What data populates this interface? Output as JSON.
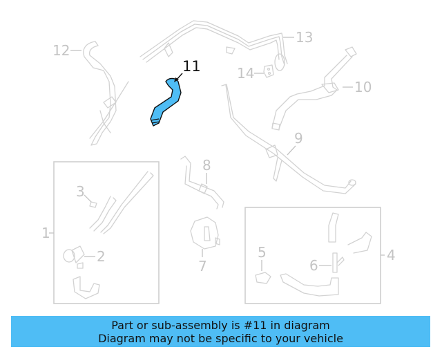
{
  "diagram": {
    "highlighted_part": "11",
    "highlight_color": "#4fbdf5",
    "callouts": [
      {
        "id": "1",
        "label": "1"
      },
      {
        "id": "2",
        "label": "2"
      },
      {
        "id": "3",
        "label": "3"
      },
      {
        "id": "4",
        "label": "4"
      },
      {
        "id": "5",
        "label": "5"
      },
      {
        "id": "6",
        "label": "6"
      },
      {
        "id": "7",
        "label": "7"
      },
      {
        "id": "8",
        "label": "8"
      },
      {
        "id": "9",
        "label": "9"
      },
      {
        "id": "10",
        "label": "10"
      },
      {
        "id": "11",
        "label": "11"
      },
      {
        "id": "12",
        "label": "12"
      },
      {
        "id": "13",
        "label": "13"
      },
      {
        "id": "14",
        "label": "14"
      }
    ]
  },
  "banner": {
    "line1": "Part or sub-assembly is #11 in diagram",
    "line2": "Diagram may not be specific to your vehicle",
    "background": "#4fbdf5"
  }
}
